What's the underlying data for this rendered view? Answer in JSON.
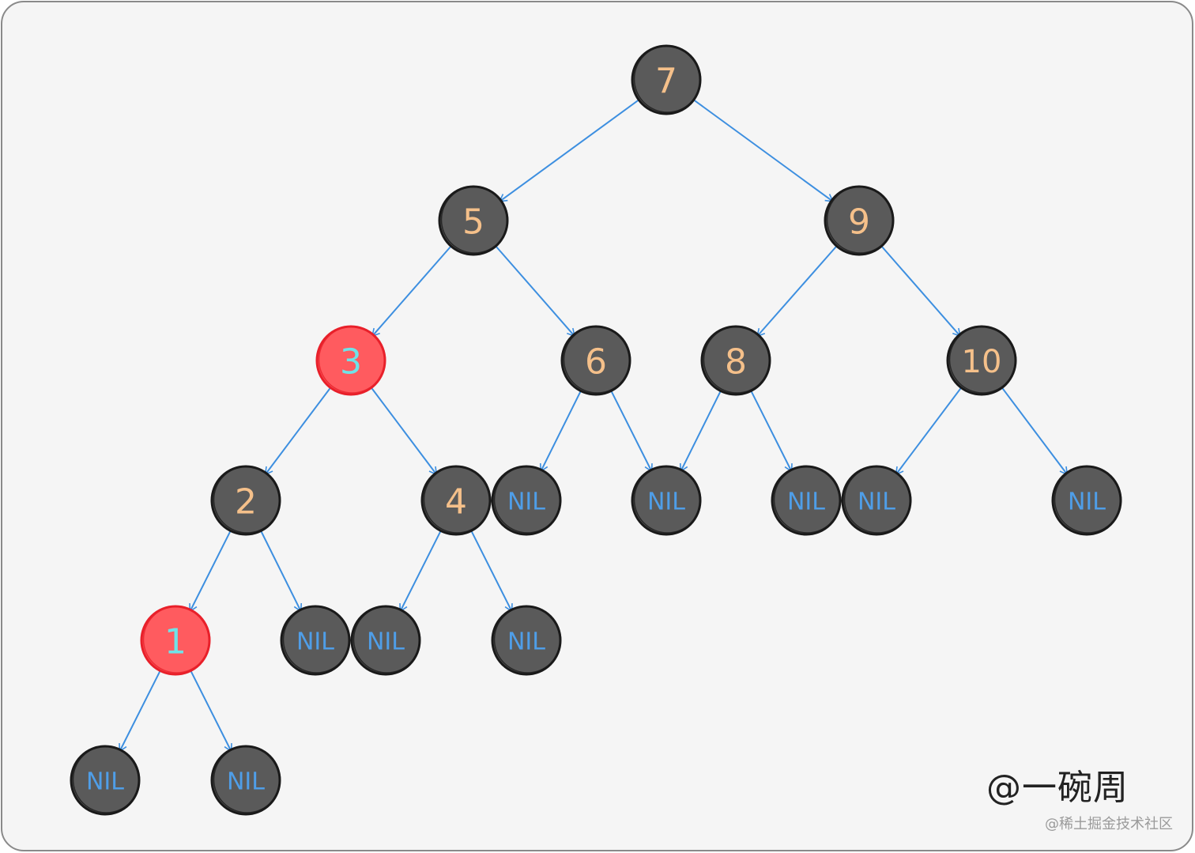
{
  "colors": {
    "background": "#f5f5f5",
    "frame_stroke": "#8a8a8a",
    "black_node_fill": "#5a5a5a",
    "red_node_fill": "#ff5b5f",
    "node_stroke": "#1a1a1a",
    "red_node_stroke": "#e8202a",
    "edge": "#3d8fe0",
    "black_label": "#f5c08a",
    "red_label": "#6fe3e8",
    "nil_label": "#4f9ee8"
  },
  "nodes": [
    {
      "id": "n7",
      "label": "7",
      "color": "black"
    },
    {
      "id": "n5",
      "label": "5",
      "color": "black"
    },
    {
      "id": "n9",
      "label": "9",
      "color": "black"
    },
    {
      "id": "n3",
      "label": "3",
      "color": "red"
    },
    {
      "id": "n6",
      "label": "6",
      "color": "black"
    },
    {
      "id": "n8",
      "label": "8",
      "color": "black"
    },
    {
      "id": "n10",
      "label": "10",
      "color": "black"
    },
    {
      "id": "n2",
      "label": "2",
      "color": "black"
    },
    {
      "id": "n4",
      "label": "4",
      "color": "black"
    },
    {
      "id": "nil6l",
      "label": "NIL",
      "color": "nil"
    },
    {
      "id": "nil68",
      "label": "NIL",
      "color": "nil"
    },
    {
      "id": "nil8r",
      "label": "NIL",
      "color": "nil"
    },
    {
      "id": "nil10l",
      "label": "NIL",
      "color": "nil"
    },
    {
      "id": "nil10r",
      "label": "NIL",
      "color": "nil"
    },
    {
      "id": "n1",
      "label": "1",
      "color": "red"
    },
    {
      "id": "nil2r",
      "label": "NIL",
      "color": "nil"
    },
    {
      "id": "nil4l",
      "label": "NIL",
      "color": "nil"
    },
    {
      "id": "nil4r",
      "label": "NIL",
      "color": "nil"
    },
    {
      "id": "nil1l",
      "label": "NIL",
      "color": "nil"
    },
    {
      "id": "nil1r",
      "label": "NIL",
      "color": "nil"
    }
  ],
  "edges": [
    {
      "from": "n7",
      "to": "n5"
    },
    {
      "from": "n7",
      "to": "n9"
    },
    {
      "from": "n5",
      "to": "n3"
    },
    {
      "from": "n5",
      "to": "n6"
    },
    {
      "from": "n9",
      "to": "n8"
    },
    {
      "from": "n9",
      "to": "n10"
    },
    {
      "from": "n3",
      "to": "n2"
    },
    {
      "from": "n3",
      "to": "n4"
    },
    {
      "from": "n6",
      "to": "nil6l"
    },
    {
      "from": "n6",
      "to": "nil68"
    },
    {
      "from": "n8",
      "to": "nil68"
    },
    {
      "from": "n8",
      "to": "nil8r"
    },
    {
      "from": "n10",
      "to": "nil10l"
    },
    {
      "from": "n10",
      "to": "nil10r"
    },
    {
      "from": "n2",
      "to": "n1"
    },
    {
      "from": "n2",
      "to": "nil2r"
    },
    {
      "from": "n4",
      "to": "nil4l"
    },
    {
      "from": "n4",
      "to": "nil4r"
    },
    {
      "from": "n1",
      "to": "nil1l"
    },
    {
      "from": "n1",
      "to": "nil1r"
    }
  ],
  "watermark": {
    "author": "@一碗周",
    "site": "@稀土掘金技术社区"
  }
}
